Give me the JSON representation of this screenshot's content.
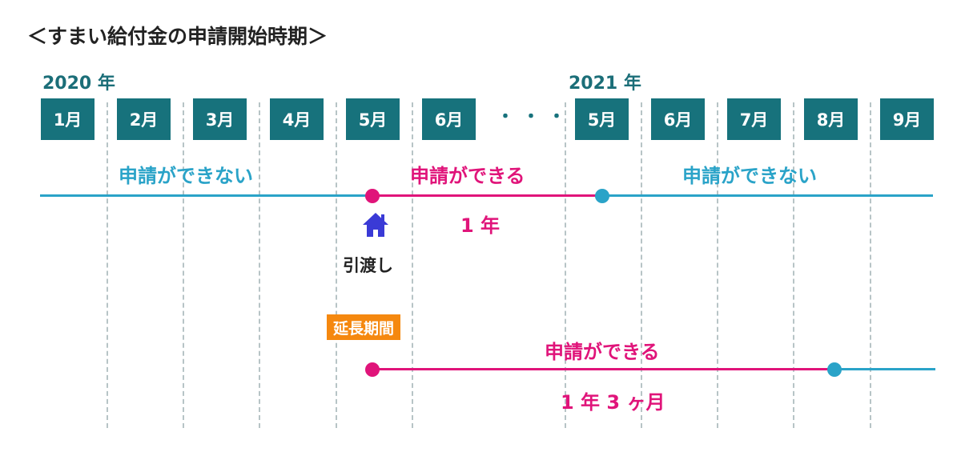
{
  "title": "＜すまい給付金の申請開始時期＞",
  "years": {
    "y2020": "2020 年",
    "y2021": "2021 年"
  },
  "months": [
    "1月",
    "2月",
    "3月",
    "4月",
    "5月",
    "6月",
    "5月",
    "6月",
    "7月",
    "8月",
    "9月"
  ],
  "ellipsis": "・・・",
  "timeline1": {
    "label_before": "申請ができない",
    "label_during": "申請ができる",
    "label_after": "申請ができない",
    "duration": "1 年"
  },
  "handover": {
    "icon": "house-icon",
    "label": "引渡し"
  },
  "timeline2": {
    "badge": "延長期間",
    "label": "申請ができる",
    "duration": "1 年 3 ヶ月"
  },
  "colors": {
    "teal": "#17727c",
    "cyan": "#2aa3c8",
    "pink": "#e0147a",
    "orange": "#f5880f",
    "house": "#3a3ad6"
  }
}
